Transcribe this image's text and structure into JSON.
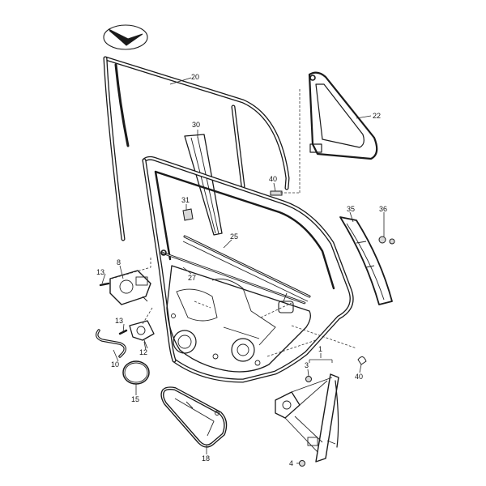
{
  "logo": {
    "icon": "direction-arrow-icon"
  },
  "callouts": {
    "c1": "1",
    "c3": "3",
    "c4": "4",
    "c8": "8",
    "c10": "10",
    "c12": "12",
    "c13a": "13",
    "c13b": "13",
    "c15": "15",
    "c18": "18",
    "c20": "20",
    "c22": "22",
    "c25": "25",
    "c27": "27",
    "c30": "30",
    "c31": "31",
    "c35": "35",
    "c36": "36",
    "c40a": "40",
    "c40b": "40"
  }
}
